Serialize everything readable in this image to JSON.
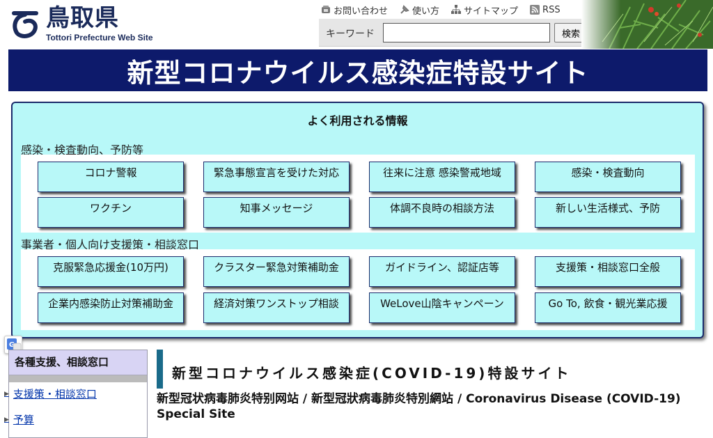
{
  "header": {
    "logo_jp": "鳥取県",
    "logo_en": "Tottori Prefecture Web Site",
    "util_links": [
      {
        "label": "お問い合わせ",
        "icon": "phone-icon"
      },
      {
        "label": "使い方",
        "icon": "pin-icon"
      },
      {
        "label": "サイトマップ",
        "icon": "sitemap-icon"
      },
      {
        "label": "RSS",
        "icon": "rss-icon"
      }
    ],
    "search": {
      "label": "キーワード",
      "value": "",
      "button": "検索"
    }
  },
  "banner": {
    "title": "新型コロナウイルス感染症特設サイト"
  },
  "info_panel": {
    "title": "よく利用される情報",
    "sections": [
      {
        "label": "感染・検査動向、予防等",
        "buttons": [
          "コロナ警報",
          "緊急事態宣言を受けた対応",
          "往来に注意 感染警戒地域",
          "感染・検査動向",
          "ワクチン",
          "知事メッセージ",
          "体調不良時の相談方法",
          "新しい生活様式、予防"
        ]
      },
      {
        "label": "事業者・個人向け支援策・相談窓口",
        "buttons": [
          "克服緊急応援金(10万円)",
          "クラスター緊急対策補助金",
          "ガイドライン、認証店等",
          "支援策・相談窓口全般",
          "企業内感染防止対策補助金",
          "経済対策ワンストップ相談",
          "WeLove山陰キャンペーン",
          "Go To, 飲食・観光業応援"
        ]
      }
    ]
  },
  "sidebar": {
    "header": "各種支援、相談窓口",
    "items": [
      "支援策・相談窓口",
      "予算"
    ]
  },
  "content": {
    "heading": "新型コロナウイルス感染症(COVID-19)特設サイト",
    "subtitle": "新型冠状病毒肺炎特别网站 / 新型冠狀病毒肺炎特別網站 / Coronavirus Disease (COVID-19) Special Site"
  },
  "colors": {
    "banner": "#0d1a6b",
    "panel": "#b8f8f8",
    "sidebar_header": "#d8d4f4",
    "heading_bar": "#1a6b8a"
  }
}
